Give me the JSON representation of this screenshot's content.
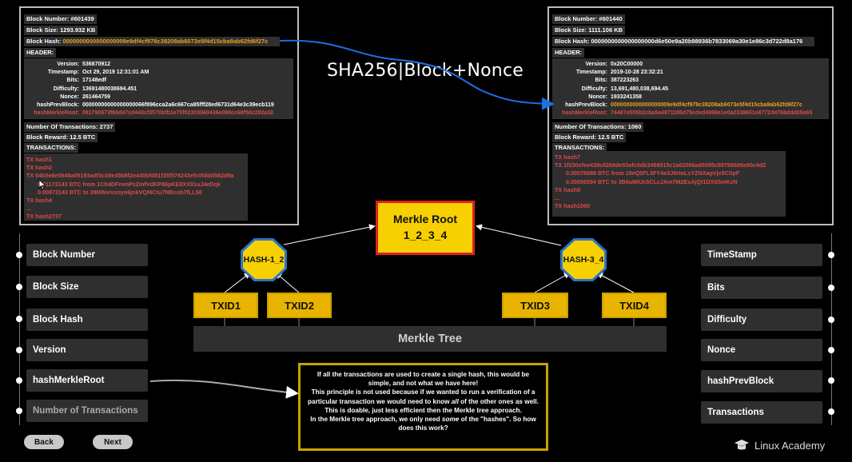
{
  "left_block": {
    "block_number": "Block Number: #601439",
    "block_size": "Block Size: 1293.932 KB",
    "block_hash_label": "Block Hash:",
    "block_hash_value": "0000000000000000009e9df4cf978c38208ab6073e5f4d15cba9ab62fd6f27c",
    "header_label": "HEADER:",
    "header": [
      {
        "k": "Version:",
        "v": "536870912"
      },
      {
        "k": "Timestamp:",
        "v": "Oct 29, 2019 12:31:01 AM"
      },
      {
        "k": "Bits:",
        "v": "17148edf"
      },
      {
        "k": "Difficulty:",
        "v": "13691480038694.451"
      },
      {
        "k": "Nonce:",
        "v": "261464759"
      },
      {
        "k": "hashPrevBlock:",
        "v": "00000000000000000066f896cca2a6c667ca85fff28ed6731d64e3c39ecb119"
      },
      {
        "k": "hashMerkleRoot:",
        "v": "081790573f60d47cd443cf3570bfb1e75f02303060436e090cc68f50c292a32"
      }
    ],
    "num_transactions": "Number Of Transactions: 2737",
    "block_reward": "Block Reward: 12.5 BTC",
    "transactions_label": "TRANSACTIONS:",
    "transactions": [
      "TX hash1",
      "TX hash2",
      "TX 04b5e8e0648a05193adf3c08e45b8f2e440bfd81f35f576243efc0fddd582d9a",
      "0.01173143  BTC   from  1Cb4DFmmPzZmfVdKP86pKE8XX91uJ4eDqk",
      "0.00873143  BTC   to   39NWvivxnyo6jnkVQf4Ctu7NBsob7fLL58",
      "TX hash4",
      "...",
      "TX hash2737"
    ]
  },
  "right_block": {
    "block_number": "Block Number: #601440",
    "block_size": "Block Size: 1111.106 KB",
    "block_hash_label": "Block Hash:",
    "block_hash_value": "0000000000000000000d6e50e9a20b98936b7833069a30e1e86c3d722d8a176",
    "header_label": "HEADER:",
    "header": [
      {
        "k": "Version:",
        "v": "0x20C00000"
      },
      {
        "k": "Timestamp:",
        "v": "2019-10-28 23:32:21"
      },
      {
        "k": "Bits:",
        "v": "387223263"
      },
      {
        "k": "Difficulty:",
        "v": "13,691,480,038,694.45"
      },
      {
        "k": "Nonce:",
        "v": "1933241358"
      },
      {
        "k": "hashPrevBlock:",
        "v": "0000000000000000009e9df4cf978c38208ab6073e5f4d15cba9ab62fd6f27c"
      },
      {
        "k": "hashMerkleRoot:",
        "v": "74487e505b2cba5a4871185d75cded4998e1e0a2338651e8772d4768ddd05a65"
      }
    ],
    "num_transactions": "Number Of Transactions: 1060",
    "block_reward": "Block Reward: 12.5 BTC",
    "transactions_label": "TRANSACTIONS:",
    "transactions": [
      "TX hash7",
      "TX 1f230cfee439c6268de53afc5db3488915c1a62066ad6095c59756689a90c4d2",
      "0.00578688  BTC   from  19eQ5FL5FY4e3J9rtoLsYZNXagVjx9CSpF",
      "0.00550594  BTC   to   3B6uMiUc5CLcJAm7M2EsAjQt1DXS5mKzN",
      "TX hash9",
      "...",
      "TX hash1060"
    ]
  },
  "sha_label": "SHA256|Block+Nonce",
  "merkle_root": {
    "line1": "Merkle Root",
    "line2": "1_2_3_4"
  },
  "hash_nodes": {
    "left": "HASH-1_2",
    "right": "HASH-3_4"
  },
  "txids": [
    "TXID1",
    "TXID2",
    "TXID3",
    "TXID4"
  ],
  "merkle_tree_label": "Merkle Tree",
  "left_nav": [
    "Block Number",
    "Block Size",
    "Block Hash",
    "Version",
    "hashMerkleRoot",
    "Number of Transactions"
  ],
  "right_nav": [
    "TimeStamp",
    "Bits",
    "Difficulty",
    "Nonce",
    "hashPrevBlock",
    "Transactions"
  ],
  "info_text": {
    "p1": "If all the transactions are used to create a single hash, this would be simple, and not what we have here!",
    "p2a": "This principle is not used because if we wanted to run a verification of a particular transaction we would need to know ",
    "p2em": "all",
    "p2b": " of the other ones as well. This is doable, just less efficient then the Merkle tree approach.",
    "p3a": "In the Merkle tree approach, we only need ",
    "p3em": "some",
    "p3b": " of the \"hashes\".  So how does this work?"
  },
  "nav_buttons": {
    "back": "Back",
    "next": "Next"
  },
  "brand": "Linux Academy",
  "colors": {
    "accent_yellow": "#f6d000",
    "hash_orange": "#f0a020",
    "tx_red": "#e04848",
    "octagon_blue": "#2b74c9",
    "info_border": "#c9a300",
    "arrow_blue": "#1e6ee0"
  }
}
